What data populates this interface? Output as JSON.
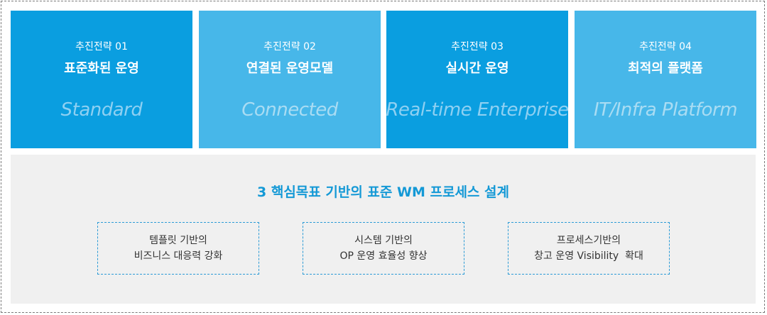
{
  "strategies": [
    {
      "label": "추진전략 01",
      "title": "표준화된 운영",
      "subtitle": "Standard"
    },
    {
      "label": "추진전략 02",
      "title": "연결된 운영모델",
      "subtitle": "Connected"
    },
    {
      "label": "추진전략 03",
      "title": "실시간 운영",
      "subtitle": "Real-time Enterprise"
    },
    {
      "label": "추진전략 04",
      "title": "최적의 플랫폼",
      "subtitle": "IT/Infra Platform"
    }
  ],
  "goal_title": "3 핵심목표 기반의 표준 WM 프로세스 설계",
  "goals": [
    {
      "line1": "템플릿 기반의",
      "line2": "비즈니스 대응력 강화"
    },
    {
      "line1": "시스템 기반의",
      "line2": "OP 운영 효율성 향상"
    },
    {
      "line1": "프로세스기반의",
      "line2": "창고 운영 Visibility  확대"
    }
  ],
  "colors": {
    "primary_blue": "#0a9ee0",
    "light_blue": "#47b7e9",
    "panel_gray": "#f0f0f0",
    "goal_text": "#1499d6"
  }
}
